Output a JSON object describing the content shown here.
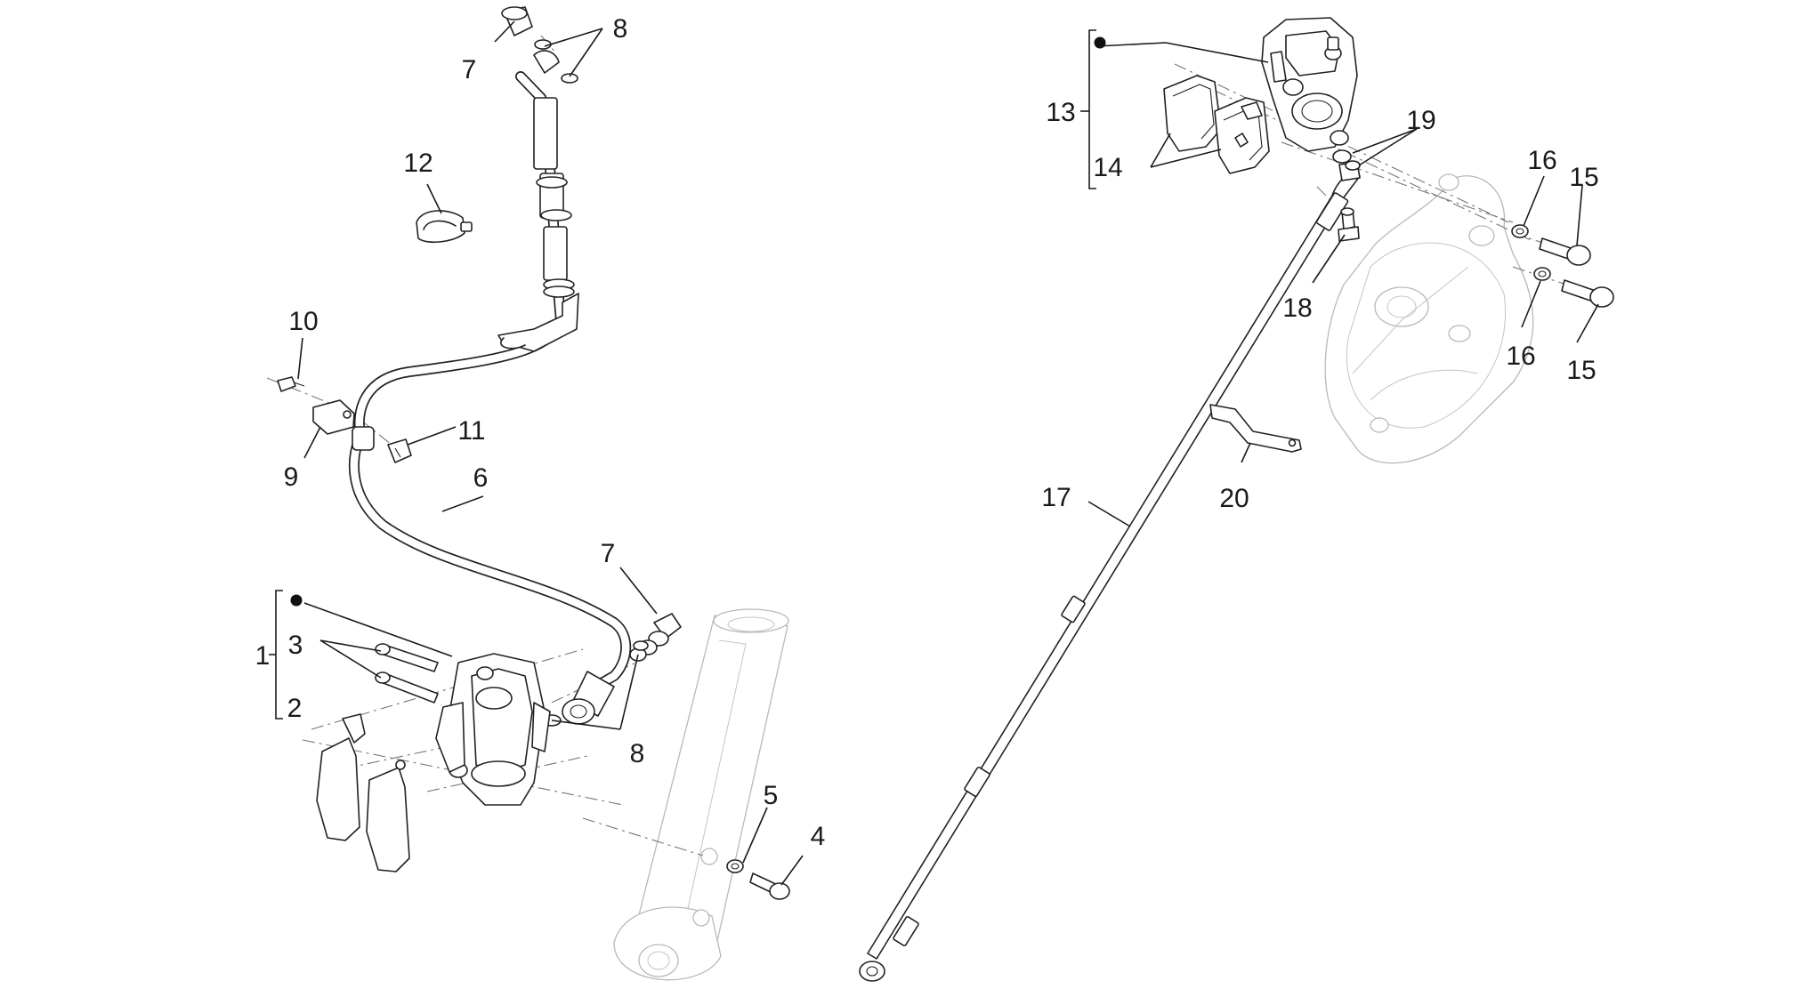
{
  "callouts": {
    "c1": "1",
    "c2": "2",
    "c3": "3",
    "c4": "4",
    "c5": "5",
    "c6": "6",
    "c7a": "7",
    "c7b": "7",
    "c8a": "8",
    "c8b": "8",
    "c9": "9",
    "c10": "10",
    "c11": "11",
    "c12": "12",
    "c13": "13",
    "c14": "14",
    "c15a": "15",
    "c15b": "15",
    "c16a": "16",
    "c16b": "16",
    "c17": "17",
    "c18": "18",
    "c19": "19",
    "c20": "20"
  }
}
